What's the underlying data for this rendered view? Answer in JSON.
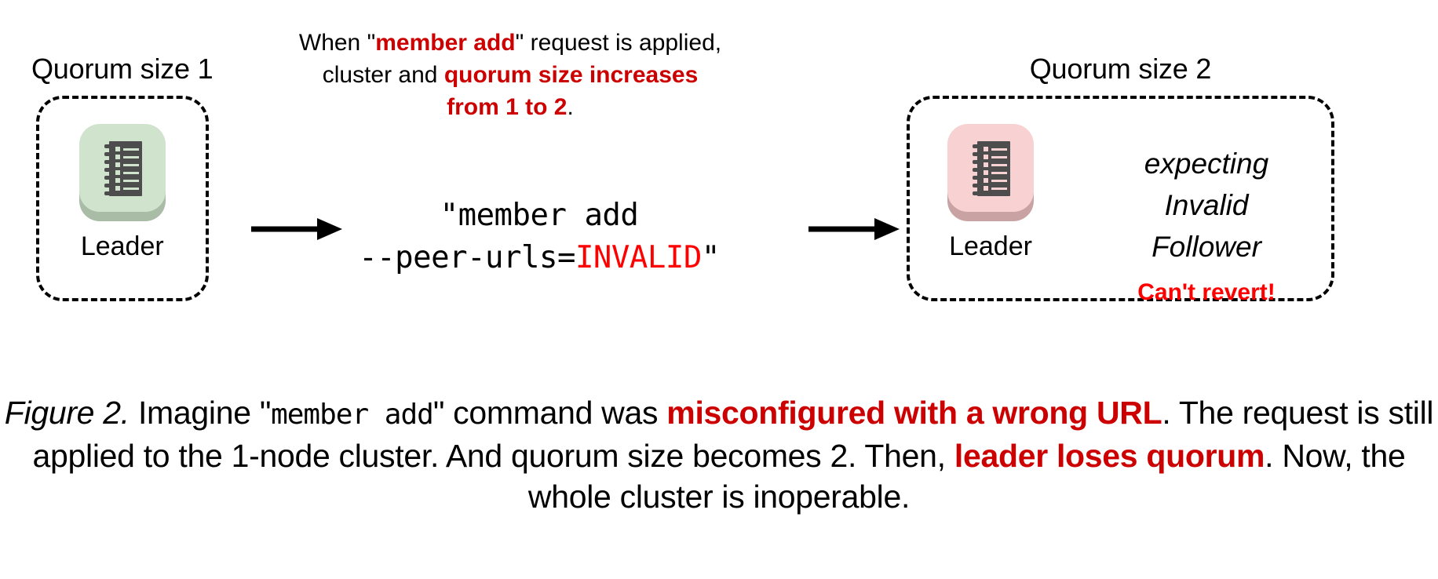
{
  "figure": {
    "top_note": {
      "parts": [
        {
          "text": "When \"",
          "style": "plain"
        },
        {
          "text": "member add",
          "style": "bold-red"
        },
        {
          "text": "\" request is applied, cluster and ",
          "style": "plain"
        },
        {
          "text": "quorum size increases from 1 to 2",
          "style": "bold-red"
        },
        {
          "text": ".",
          "style": "plain"
        }
      ],
      "line1": "When \"member add\" request is applied,",
      "line2": "cluster and quorum size increases",
      "line3": "from 1 to 2."
    },
    "left_cluster": {
      "title": "Quorum size 1",
      "node_label": "Leader",
      "icon_name": "etcd-node-icon",
      "tile_color": "#CFE3CD",
      "tile_shadow_color": "#A8BCA6",
      "glyph_color": "#4D4D4D"
    },
    "right_cluster": {
      "title": "Quorum size 2",
      "node_label": "Leader",
      "icon_name": "etcd-node-icon",
      "tile_color": "#F8D2D2",
      "tile_shadow_color": "#C9A3A3",
      "glyph_color": "#4D4D4D",
      "status_lines": [
        "expecting",
        "Invalid",
        "Follower"
      ],
      "alert": "Can't revert!"
    },
    "command": {
      "line1": "\"member add",
      "line2_prefix": "--peer-urls=",
      "line2_value": "INVALID",
      "line2_suffix": "\""
    },
    "arrows": {
      "left_arrow_name": "arrow-right-1",
      "right_arrow_name": "arrow-right-2"
    },
    "caption": {
      "label": "Figure 2.",
      "seg1": " Imagine \"",
      "code1": "member add",
      "seg2": "\" command was ",
      "em1": "misconfigured with a wrong URL",
      "seg3": ". The request is still applied to the 1-node cluster. And quorum size becomes 2. Then, ",
      "em2": "leader loses quorum",
      "seg4": ". Now, the whole cluster is inoperable."
    },
    "colors": {
      "accent_red": "#CC0000",
      "bright_red": "#FF0000",
      "text": "#000000",
      "background": "#FFFFFF"
    }
  }
}
